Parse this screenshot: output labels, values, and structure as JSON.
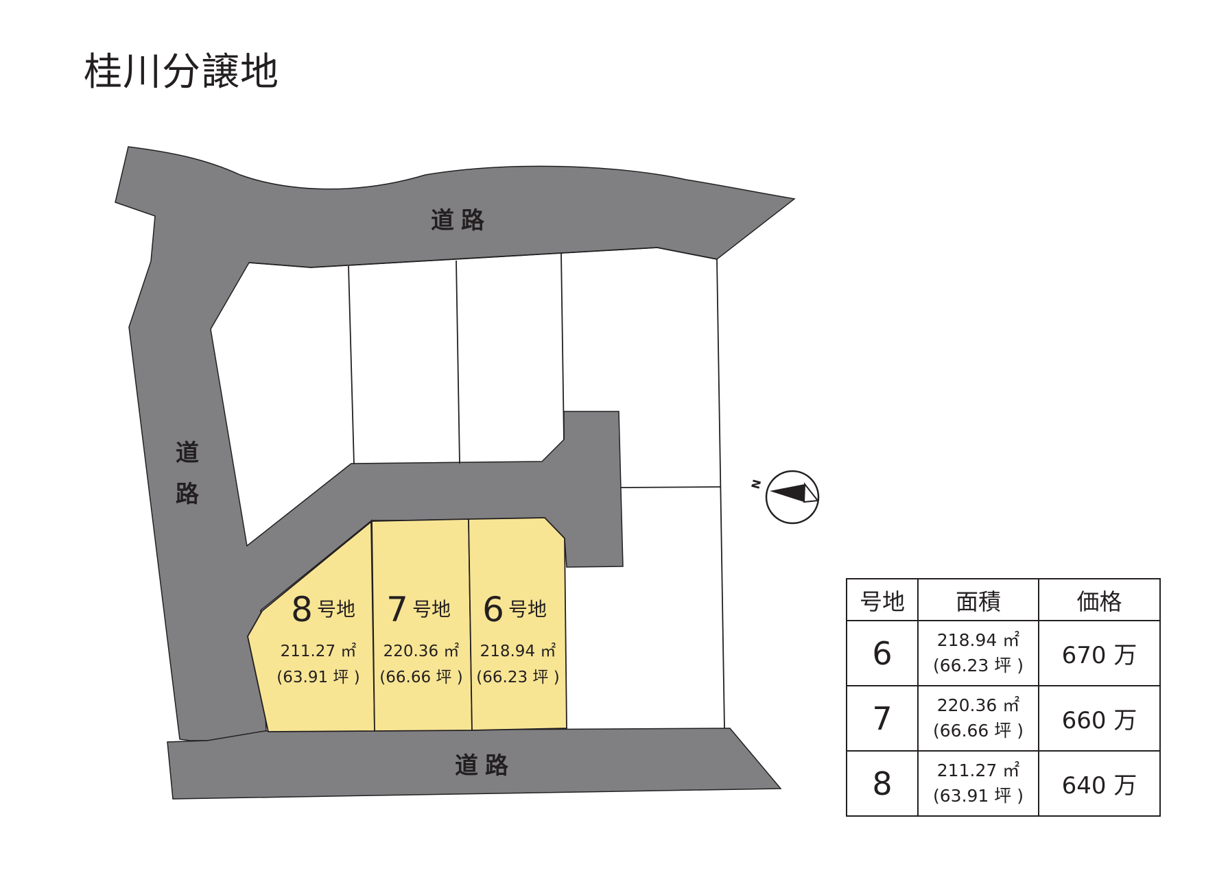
{
  "title": "桂川分譲地",
  "road_label": "道路",
  "compass_label": "N",
  "lot_suffix": "号地",
  "lots": [
    {
      "number": "8",
      "area_sqm": "211.27 ㎡",
      "area_tsubo": "(63.91 坪 )"
    },
    {
      "number": "7",
      "area_sqm": "220.36 ㎡",
      "area_tsubo": "(66.66 坪 )"
    },
    {
      "number": "6",
      "area_sqm": "218.94 ㎡",
      "area_tsubo": "(66.23 坪 )"
    }
  ],
  "table": {
    "headers": [
      "号地",
      "面積",
      "価格"
    ],
    "rows": [
      {
        "lot": "6",
        "area_sqm": "218.94 ㎡",
        "area_tsubo": "(66.23 坪 )",
        "price": "670 万"
      },
      {
        "lot": "7",
        "area_sqm": "220.36 ㎡",
        "area_tsubo": "(66.66 坪 )",
        "price": "660 万"
      },
      {
        "lot": "8",
        "area_sqm": "211.27 ㎡",
        "area_tsubo": "(63.91 坪 )",
        "price": "640 万"
      }
    ]
  },
  "colors": {
    "road": "#808083",
    "lot_highlight": "#f8e594",
    "lines": "#231f20"
  }
}
